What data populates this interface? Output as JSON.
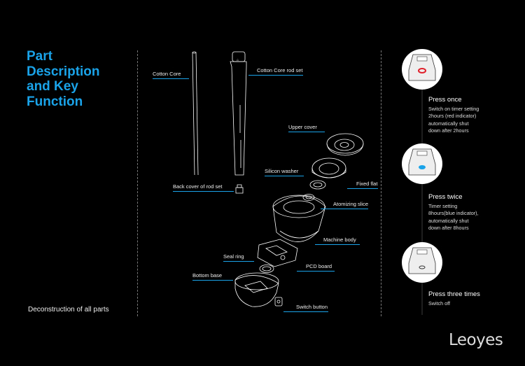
{
  "title": {
    "line1": "Part",
    "line2": "Description",
    "line3": "and Key",
    "line4": "Function"
  },
  "footer": "Deconstruction of all parts",
  "labels": {
    "cotton_core": "Cotton Core",
    "cotton_core_rod_set": "Cotton Core rod set",
    "upper_cover": "Upper cover",
    "silicon_washer": "Silicon washer",
    "fixed_flat": "Fixed flat",
    "back_cover": "Back cover of rod set",
    "atomizing_slice": "Atomizing slice",
    "machine_body": "Machine body",
    "seal_ring": "Seal ring",
    "pcd_board": "PCD board",
    "bottom_base": "Bottom base",
    "switch_button": "Switch button"
  },
  "steps": [
    {
      "title": "Press once",
      "d1": "Switch on timer setting",
      "d2": "2hours (red indicator)",
      "d3": "automatically shut",
      "d4": "down after 2hours",
      "indicator": "#e0212b"
    },
    {
      "title": "Press twice",
      "d1": "Timer setting",
      "d2": "8hours(blue indicator),",
      "d3": "automatically shut",
      "d4": "down after 8hours",
      "indicator": "#1aa3e8"
    },
    {
      "title": "Press three times",
      "d1": "Switch off",
      "d2": "",
      "d3": "",
      "d4": "",
      "indicator": "none"
    }
  ],
  "brand": "Leoyes",
  "colors": {
    "accent": "#1aa3e8",
    "background": "#000000",
    "red": "#e0212b"
  }
}
